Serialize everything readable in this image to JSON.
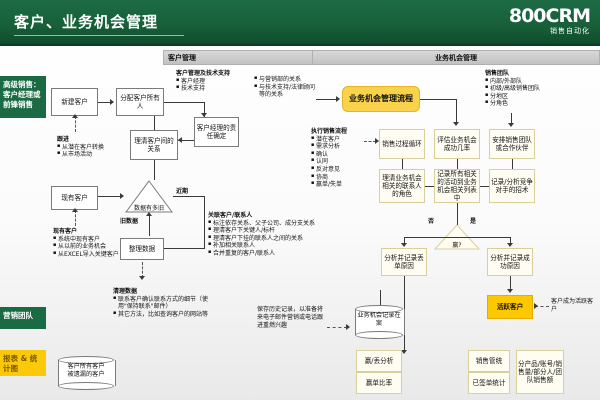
{
  "header": {
    "title": "客户、业务机会管理",
    "logo_main": "800CRM",
    "logo_sub": "销售自动化"
  },
  "section_bars": {
    "customer": "客户管理",
    "opportunity": "业务机会管理"
  },
  "sidebar": {
    "items": [
      {
        "label": "高级销售：客户经理或前锋销售",
        "color": "#1a6b43"
      },
      {
        "label": "营销团队",
        "color": "#1a6b43"
      },
      {
        "label": "报表 & 统计图",
        "color": "#fcc80a"
      }
    ]
  },
  "customer_panel": {
    "nodes": {
      "new_customer": "新建客户",
      "assign_owner": "分配客户所有人",
      "manager_duty": "客户经理的责任确定",
      "clarify_relation": "理清客户间的关系",
      "existing_customer": "现有客户",
      "organize_data": "整理数据"
    },
    "decision": {
      "label": "数据有多旧",
      "branch_recent": "近期",
      "branch_old": "旧数据"
    },
    "notes": {
      "followup": {
        "title": "跟进",
        "bullets": [
          "从潜在客户转换",
          "从市场活动"
        ]
      },
      "support": {
        "title": "客户管理及技术支持",
        "bullets": [
          "客户经理",
          "技术支持"
        ]
      },
      "relations": {
        "bullets": [
          "与营销部的关系",
          "与技术支持/法律顾问等的关系"
        ]
      },
      "existing": {
        "title": "现有客户",
        "bullets": [
          "系统中现有客户",
          "从以前的业务机会",
          "从EXCEL导入关键客户"
        ]
      },
      "related": {
        "title": "关联客户/联系人",
        "bullets": [
          "标注依存关系、父子公司、成分支关系",
          "理清客户下关键人/标杆",
          "理清客户下挂的联系人之间的关系",
          "补加相关联系人",
          "合并重复的客户/联系人"
        ]
      },
      "cleanup": {
        "title": "清理数据",
        "bullets": [
          "联系客户确认联系方式的细节（使用\"保持联系\"邮件）",
          "其它方法，比如查询客户的网站等"
        ]
      }
    },
    "store": {
      "label": "客户所有客户\n被遗漏的客户"
    }
  },
  "opportunity_panel": {
    "nodes": {
      "process": "业务机会管理流程",
      "sales_cycle": "销售过程循环",
      "evaluate": "评估业务机会成功几率",
      "arrange_team": "安排销售团队或合作伙伴",
      "clarify_roles": "理清业务机会相关的联系人的角色",
      "record_activity": "记录所有相关的活动到业务机会相关列表中",
      "record_competitor": "记录/分析竞争对手的招术",
      "analyze_lost": "分析并记录丢单原因",
      "analyze_won": "分析并记录成功原因",
      "active_customer": "活跃客户"
    },
    "decision": {
      "label": "赢?",
      "branch_no": "否",
      "branch_yes": "是"
    },
    "notes": {
      "sales_process": {
        "title": "执行销售流程",
        "bullets": [
          "潜在客户",
          "需求分析",
          "确认",
          "认同",
          "反对意见",
          "协商",
          "赢单/失单"
        ]
      },
      "sales_team": {
        "title": "销售团队",
        "bullets": [
          "内部/外部队",
          "初级/高级销售团队",
          "分地区",
          "分角色"
        ]
      },
      "history": "保存历史记录，以准备将来电子邮件营销或电话跟进重燃兴趣",
      "became_active": "客户成为活跃客户"
    },
    "store": {
      "label": "业务机会记录在案"
    },
    "reports": [
      "赢/丢分析",
      "赢单比率",
      "销售管统",
      "已签单统计",
      "分产品/账号/销售量/部分人/团队销售额"
    ]
  }
}
